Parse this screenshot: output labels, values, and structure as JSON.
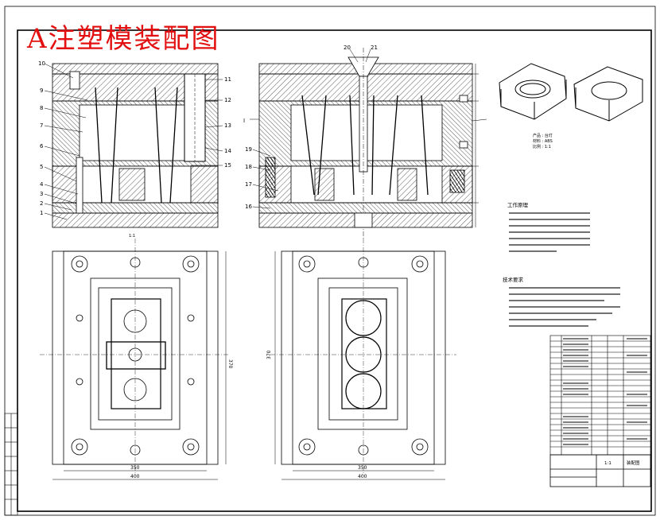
{
  "title": "A注塑模装配图",
  "section1": {
    "callouts_left": [
      "10",
      "9",
      "8",
      "7",
      "6",
      "5",
      "4",
      "3",
      "2",
      "1"
    ],
    "callouts_right": [
      "11",
      "12",
      "13",
      "14",
      "15"
    ],
    "scale_caption": "1:1"
  },
  "section2": {
    "callouts_top": [
      "20",
      "21"
    ],
    "callouts_left": [
      "19",
      "18",
      "17",
      "16"
    ],
    "section_marker": "I"
  },
  "plan_views": {
    "dim_inner": "350",
    "dim_outer": "400",
    "dim_height": "370"
  },
  "product": {
    "caption_lines": [
      "产品 : 台灯",
      "材料 : ABS",
      "比例 : 1:1"
    ]
  },
  "notes": {
    "heading": "工作原理",
    "tech_heading": "技术要求"
  },
  "title_block": {
    "drawing_name": "装配图",
    "scale": "1:1"
  }
}
